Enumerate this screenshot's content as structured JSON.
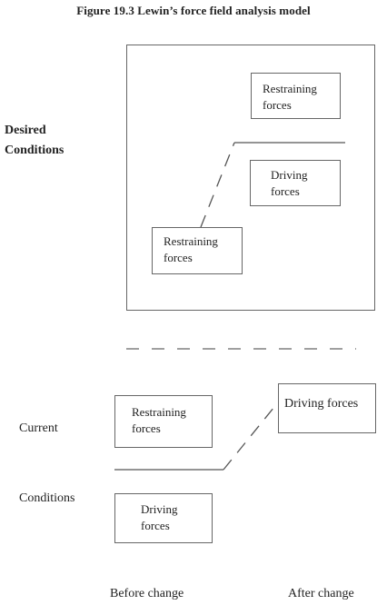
{
  "title": "Figure 19.3 Lewin’s force field analysis model",
  "desired": {
    "label_line1": "Desired",
    "label_line2": "Conditions",
    "box_restraining_top": {
      "line1": "Restraining",
      "line2": "forces"
    },
    "box_driving": {
      "line1": "Driving",
      "line2": "forces"
    },
    "box_restraining_bottom": {
      "line1": "Restraining",
      "line2": "forces"
    }
  },
  "current": {
    "label_line1": "Current",
    "label_line2": "Conditions",
    "box_restraining": {
      "line1": "Restraining",
      "line2": "forces"
    },
    "box_driving_right": {
      "line1": "Driving forces"
    },
    "box_driving": {
      "line1": "Driving",
      "line2": "forces"
    }
  },
  "footer": {
    "before": "Before change",
    "after": "After change"
  }
}
